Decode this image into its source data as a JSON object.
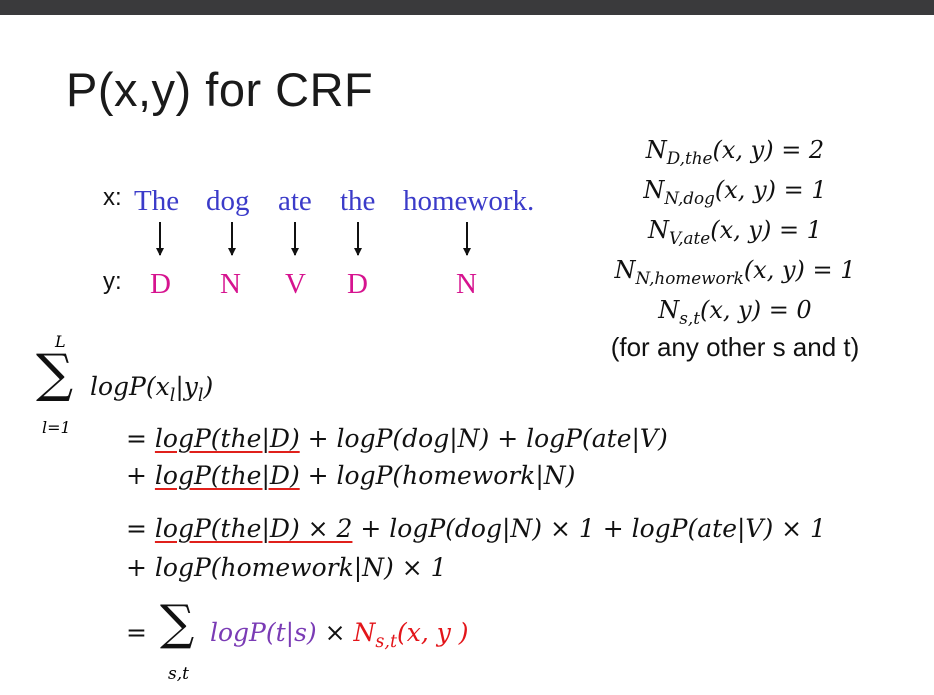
{
  "slide": {
    "title": "P(x,y) for CRF"
  },
  "sentence": {
    "x_label": "x:",
    "y_label": "y:",
    "words": [
      "The",
      "dog",
      "ate",
      "the",
      "homework."
    ],
    "tags": [
      "D",
      "N",
      "V",
      "D",
      "N"
    ]
  },
  "counts": {
    "lines": [
      {
        "sub": "D,the",
        "text": "(x, y) = 2"
      },
      {
        "sub": "N,dog",
        "text": "(x, y) = 1"
      },
      {
        "sub": "V,ate",
        "text": "(x, y) = 1"
      },
      {
        "sub": "N,homework",
        "text": "(x, y) = 1"
      },
      {
        "sub": "s,t",
        "text": "(x, y) = 0"
      }
    ],
    "symbol": "N",
    "note": "(for any other s and t)"
  },
  "derivation": {
    "sum_upper": "L",
    "sum_lower": "l=1",
    "sum_term": "logP(x",
    "sum_term_sub1": "l",
    "sum_term_mid": "|y",
    "sum_term_sub2": "l",
    "sum_term_end": ")",
    "line1_eq": "= ",
    "line1_ul": "logP(the|D)",
    "line1_rest": " + logP(dog|N) + logP(ate|V)",
    "line2_plus": "+ ",
    "line2_ul": "logP(the|D)",
    "line2_rest": " + logP(homework|N)",
    "line3_eq": "= ",
    "line3_ul": "logP(the|D) × 2",
    "line3_rest": " + logP(dog|N) × 1 + logP(ate|V) × 1",
    "line4": "+ logP(homework|N) × 1",
    "line5_eq": "= ",
    "line5_sum_lower": "s,t",
    "line5_purple": "logP(t|s)",
    "line5_times": " × ",
    "line5_red_pre": "N",
    "line5_red_sub": "s,t",
    "line5_red_post": "(x, y )"
  },
  "colors": {
    "word_color": "#3b3bc9",
    "tag_color": "#d6138f",
    "underline_color": "#e0201b",
    "purple": "#7a3bb5",
    "red": "#e3151a"
  }
}
